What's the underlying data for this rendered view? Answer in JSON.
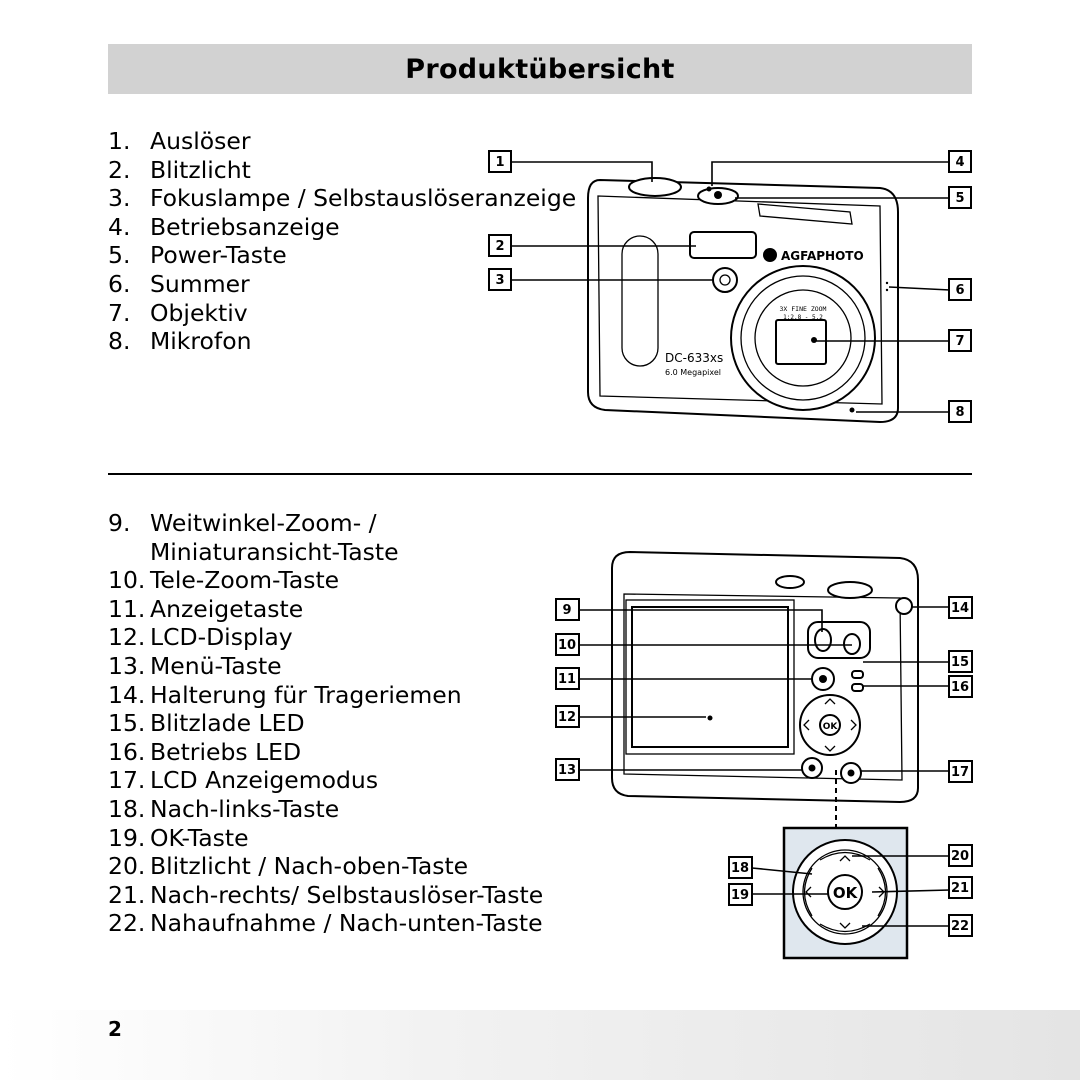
{
  "header": {
    "title": "Produktübersicht"
  },
  "front_list": [
    {
      "num": "1.",
      "label": "Auslöser"
    },
    {
      "num": "2.",
      "label": "Blitzlicht"
    },
    {
      "num": "3.",
      "label": "Fokuslampe / Selbstauslöseranzeige"
    },
    {
      "num": "4.",
      "label": "Betriebsanzeige"
    },
    {
      "num": "5.",
      "label": "Power-Taste"
    },
    {
      "num": "6.",
      "label": "Summer"
    },
    {
      "num": "7.",
      "label": "Objektiv"
    },
    {
      "num": "8.",
      "label": "Mikrofon"
    }
  ],
  "back_list": [
    {
      "num": "9.",
      "label": "Weitwinkel-Zoom- /"
    },
    {
      "num": "",
      "label": "Miniaturansicht-Taste"
    },
    {
      "num": "10.",
      "label": "Tele-Zoom-Taste"
    },
    {
      "num": "11.",
      "label": "Anzeigetaste"
    },
    {
      "num": "12.",
      "label": "LCD-Display"
    },
    {
      "num": "13.",
      "label": "Menü-Taste"
    },
    {
      "num": "14.",
      "label": "Halterung für Trageriemen"
    },
    {
      "num": "15.",
      "label": "Blitzlade LED"
    },
    {
      "num": "16.",
      "label": "Betriebs LED"
    },
    {
      "num": "17.",
      "label": "LCD Anzeigemodus"
    },
    {
      "num": "18.",
      "label": "Nach-links-Taste"
    },
    {
      "num": "19.",
      "label": "OK-Taste"
    },
    {
      "num": "20.",
      "label": "Blitzlicht / Nach-oben-Taste"
    },
    {
      "num": "21.",
      "label": "Nach-rechts/ Selbstauslöser-Taste"
    },
    {
      "num": "22.",
      "label": "Nahaufnahme / Nach-unten-Taste"
    }
  ],
  "camera_front": {
    "brand": "AGFAPHOTO",
    "model": "DC-633xs",
    "megapixel": "6.0 Megapixel",
    "lens_text_1": "3X FINE ZOOM",
    "lens_text_2": "1:2.8 - 5.2"
  },
  "camera_back": {
    "ok_label": "OK"
  },
  "callouts": {
    "c1": "1",
    "c2": "2",
    "c3": "3",
    "c4": "4",
    "c5": "5",
    "c6": "6",
    "c7": "7",
    "c8": "8",
    "c9": "9",
    "c10": "10",
    "c11": "11",
    "c12": "12",
    "c13": "13",
    "c14": "14",
    "c15": "15",
    "c16": "16",
    "c17": "17",
    "c18": "18",
    "c19": "19",
    "c20": "20",
    "c21": "21",
    "c22": "22"
  },
  "footer": {
    "page_number": "2"
  }
}
